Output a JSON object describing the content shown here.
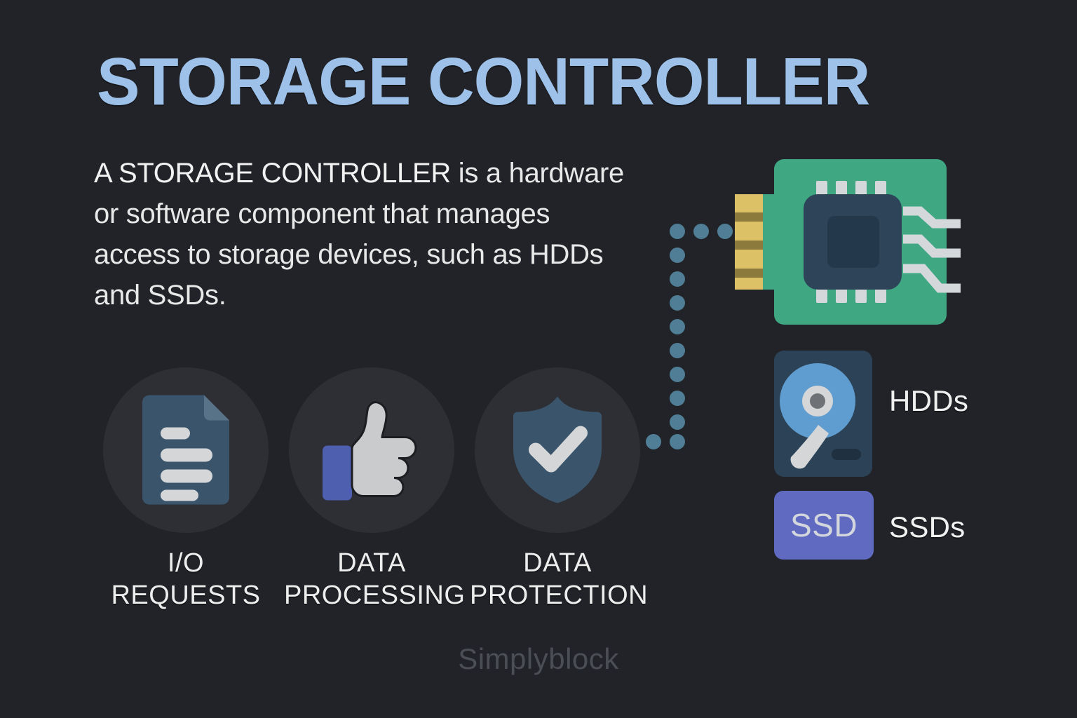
{
  "background_color": "#212328",
  "title": "STORAGE CONTROLLER",
  "title_color": "#9dc1e8",
  "description": {
    "emphasis": "A STORAGE CONTROLLER",
    "rest": " is a hardware or software component that manages access to storage devices, such as HDDs and SSDs.",
    "full": "A STORAGE CONTROLLER is a hardware or software component that manages access to storage devices, such as HDDs and SSDs."
  },
  "features": [
    {
      "icon": "document-icon",
      "line1": "I/O",
      "line2": "REQUESTS"
    },
    {
      "icon": "thumbs-up-icon",
      "line1": "DATA",
      "line2": "PROCESSING"
    },
    {
      "icon": "shield-check-icon",
      "line1": "DATA",
      "line2": "PROTECTION"
    }
  ],
  "hardware": {
    "controller_icon": "circuit-board-chip-icon",
    "hdd": {
      "icon": "hard-disk-drive-icon",
      "label": "HDDs"
    },
    "ssd": {
      "icon": "solid-state-drive-icon",
      "chip_text": "SSD",
      "label": "SSDs"
    }
  },
  "connector": {
    "icon": "dotted-connection-line",
    "dot_color": "#4f7e96"
  },
  "footer": {
    "brand": "Simplyblock"
  },
  "colors": {
    "pcb_green": "#3fa883",
    "chip_dark": "#2e4559",
    "chip_core": "#23384b",
    "gold": "#ddc166",
    "gold_band": "#8b7a3c",
    "trace_gray": "#d5d8da",
    "hdd_case": "#2b4257",
    "hdd_platter": "#5f9dd0",
    "ssd_purple": "#5f6ac0",
    "icon_slate": "#3a556b",
    "icon_light": "#d4d6d8",
    "thumb_cuff": "#4e5fb0",
    "circle_bg": "#2d2f34",
    "text_light": "#ededed",
    "footer_gray": "#4b4e54"
  }
}
